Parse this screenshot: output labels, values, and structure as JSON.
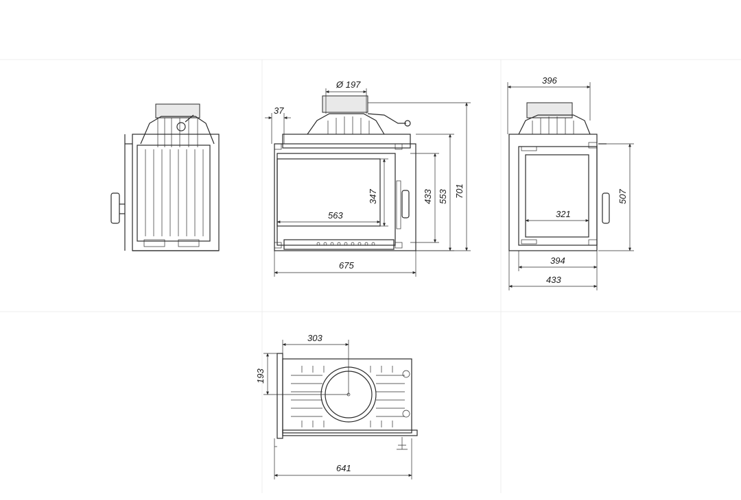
{
  "dimensions": {
    "front_flue_diameter": "Ø 197",
    "front_offset_37": "37",
    "front_glass_height": "347",
    "front_door_height": "433",
    "front_body_height": "553",
    "front_total_height": "701",
    "front_glass_width": "563",
    "front_total_width": "675",
    "side_top_width": "396",
    "side_height": "507",
    "side_glass_width": "321",
    "side_door_width": "394",
    "side_total_width": "433",
    "top_flue_offset_x": "303",
    "top_flue_offset_y": "193",
    "top_total_width": "641"
  },
  "colors": {
    "line": "#2a2a2a",
    "background": "#ffffff"
  }
}
